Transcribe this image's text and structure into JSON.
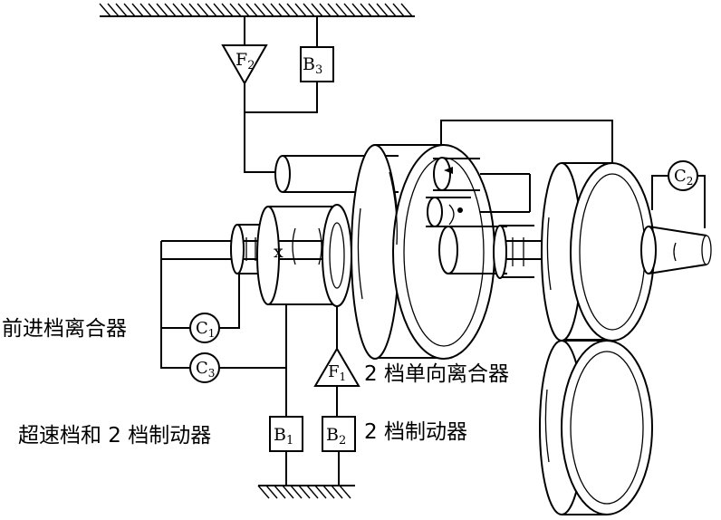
{
  "components": {
    "f2": {
      "letter": "F",
      "sub": "2"
    },
    "b3": {
      "letter": "B",
      "sub": "3"
    },
    "c1": {
      "letter": "C",
      "sub": "1"
    },
    "c2": {
      "letter": "C",
      "sub": "2"
    },
    "c3": {
      "letter": "C",
      "sub": "3"
    },
    "f1": {
      "letter": "F",
      "sub": "1"
    },
    "b1": {
      "letter": "B",
      "sub": "1"
    },
    "b2": {
      "letter": "B",
      "sub": "2"
    },
    "x_mark": "x"
  },
  "labels": {
    "forward_clutch": "前进档离合器",
    "second_one_way_clutch": "2 档单向离合器",
    "overdrive_second_brake": "超速档和 2 档制动器",
    "second_brake": "2 档制动器"
  }
}
